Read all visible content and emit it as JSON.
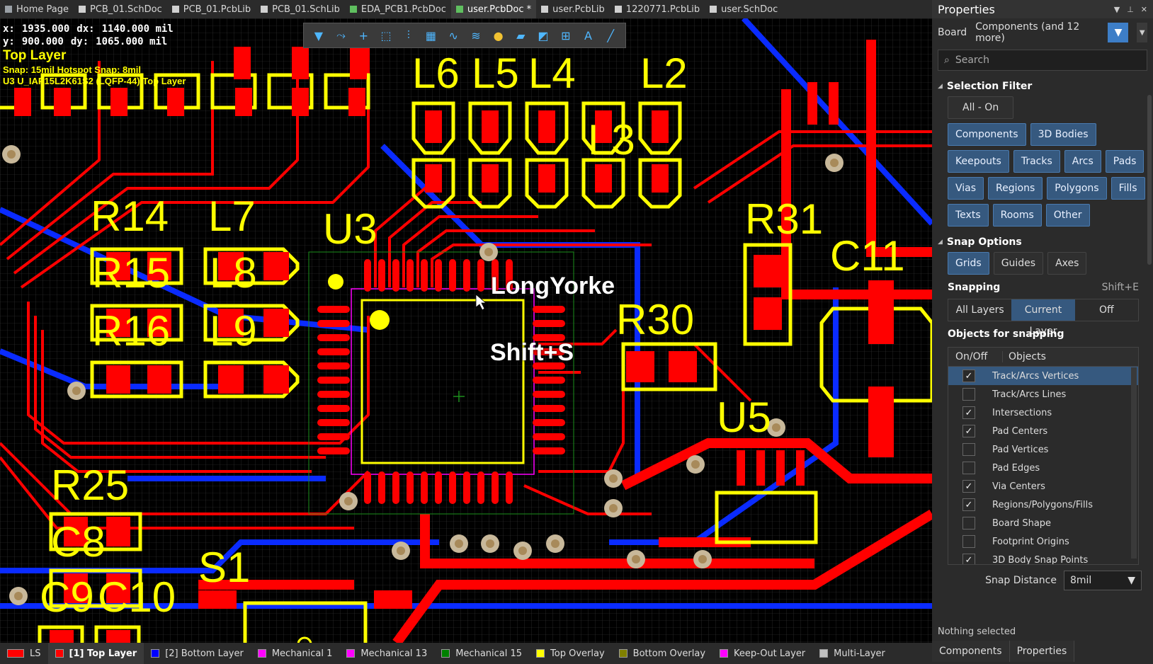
{
  "tabs": [
    {
      "label": "Home Page",
      "color": "#9aa0a6"
    },
    {
      "label": "PCB_01.SchDoc",
      "color": "#d0d0d0"
    },
    {
      "label": "PCB_01.PcbLib",
      "color": "#d0d0d0"
    },
    {
      "label": "PCB_01.SchLib",
      "color": "#d0d0d0"
    },
    {
      "label": "EDA_PCB1.PcbDoc",
      "color": "#5fbf5f"
    },
    {
      "label": "user.PcbDoc *",
      "color": "#5fbf5f"
    },
    {
      "label": "user.PcbLib",
      "color": "#d0d0d0"
    },
    {
      "label": "1220771.PcbLib",
      "color": "#d0d0d0"
    },
    {
      "label": "user.SchDoc",
      "color": "#d0d0d0"
    }
  ],
  "readout": {
    "x_label": "x:",
    "x": "1935.000",
    "dx_label": "dx:",
    "dx": "1140.000 mil",
    "y_label": "y:",
    "y": "900.000",
    "dy_label": "dy:",
    "dy": "1065.000 mil",
    "layer": "Top Layer",
    "snap": "Snap: 15mil Hotspot Snap: 8mil",
    "component": "U3 U_IAP15L2K61S2 (LQFP-44) Top Layer"
  },
  "overlay": {
    "name": "LongYorke",
    "shortcut": "Shift+S"
  },
  "designators": [
    "R14",
    "L7",
    "U3",
    "R15",
    "L8",
    "R16",
    "L9",
    "R25",
    "C8",
    "C9",
    "C10",
    "S1",
    "R30",
    "R31",
    "C11",
    "U5",
    "L6",
    "L5",
    "L4",
    "L2",
    "L3"
  ],
  "layers": [
    {
      "label": "LS",
      "color": "#ff0000"
    },
    {
      "label": "[1] Top Layer",
      "color": "#ff0000"
    },
    {
      "label": "[2] Bottom Layer",
      "color": "#0000ff"
    },
    {
      "label": "Mechanical 1",
      "color": "#ff00ff"
    },
    {
      "label": "Mechanical 13",
      "color": "#ff00ff"
    },
    {
      "label": "Mechanical 15",
      "color": "#008000"
    },
    {
      "label": "Top Overlay",
      "color": "#ffff00"
    },
    {
      "label": "Bottom Overlay",
      "color": "#808000"
    },
    {
      "label": "Keep-Out Layer",
      "color": "#ff00ff"
    },
    {
      "label": "Multi-Layer",
      "color": "#c0c0c0"
    }
  ],
  "panel": {
    "title": "Properties",
    "board": "Board",
    "components": "Components (and 12 more)",
    "search_placeholder": "Search",
    "selection_filter": "Selection Filter",
    "all_on": "All - On",
    "filters": [
      "Components",
      "3D Bodies",
      "Keepouts",
      "Tracks",
      "Arcs",
      "Pads",
      "Vias",
      "Regions",
      "Polygons",
      "Fills",
      "Texts",
      "Rooms",
      "Other"
    ],
    "snap_options": "Snap Options",
    "snap_types": [
      "Grids",
      "Guides",
      "Axes"
    ],
    "snapping": "Snapping",
    "snapping_hint": "Shift+E",
    "snap_layers": [
      "All Layers",
      "Current Layer",
      "Off"
    ],
    "objects_for_snapping": "Objects for snapping",
    "col_onoff": "On/Off",
    "col_objects": "Objects",
    "objects": [
      {
        "label": "Track/Arcs Vertices",
        "on": true
      },
      {
        "label": "Track/Arcs Lines",
        "on": false
      },
      {
        "label": "Intersections",
        "on": true
      },
      {
        "label": "Pad Centers",
        "on": true
      },
      {
        "label": "Pad Vertices",
        "on": false
      },
      {
        "label": "Pad Edges",
        "on": false
      },
      {
        "label": "Via Centers",
        "on": true
      },
      {
        "label": "Regions/Polygons/Fills",
        "on": true
      },
      {
        "label": "Board Shape",
        "on": false
      },
      {
        "label": "Footprint Origins",
        "on": false
      },
      {
        "label": "3D Body Snap Points",
        "on": true
      }
    ],
    "snap_distance_label": "Snap Distance",
    "snap_distance": "8mil",
    "status": "Nothing selected",
    "bottom_tabs": [
      "Components",
      "Properties"
    ]
  }
}
